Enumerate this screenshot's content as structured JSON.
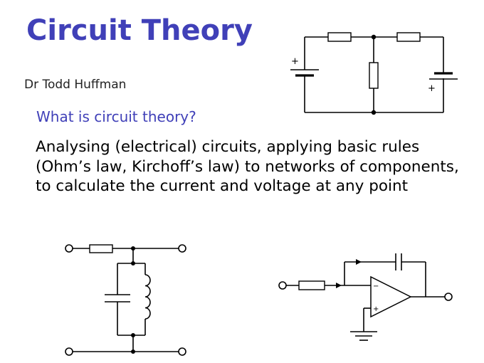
{
  "slide": {
    "title": "Circuit Theory",
    "author": "Dr Todd Huffman",
    "question": "What is circuit theory?",
    "body": "Analysing (electrical) circuits, applying basic rules (Ohm’s law, Kirchoff’s law) to networks of components, to calculate the current and voltage at any point"
  },
  "diagrams": {
    "battery_circuit": {
      "icon": "two-battery-resistor-network",
      "plus_left": "+",
      "plus_right": "+"
    },
    "lc_filter": {
      "icon": "rlc-filter-circuit"
    },
    "integrator": {
      "icon": "op-amp-integrator-circuit",
      "minus_input": "−",
      "plus_input": "+"
    }
  },
  "colors": {
    "title": "#4040b8",
    "question": "#4040b8",
    "body": "#000000",
    "author": "#222222"
  }
}
